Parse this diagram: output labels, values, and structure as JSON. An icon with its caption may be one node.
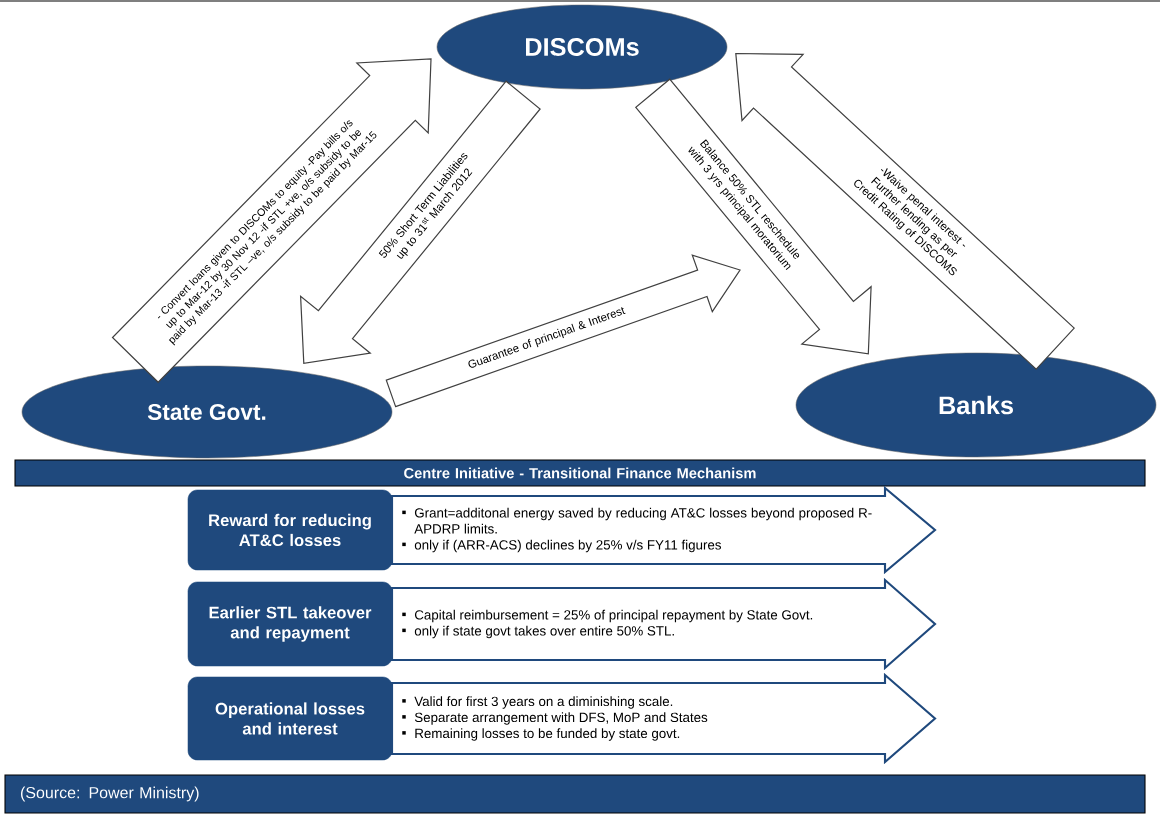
{
  "diagram": {
    "nodes": [
      {
        "text": [
          "DISCOMs"
        ]
      },
      {
        "text": [
          "State Govt."
        ]
      },
      {
        "text": [
          "Banks"
        ]
      },
      {
        "text": [
          "Centre Initiative - Transitional Finance Mechanism"
        ]
      },
      {
        "text": [
          "Reward for reducing AT&C losses"
        ]
      },
      {
        "text": [
          "Grant=additonal energy saved by reducing AT&C losses beyond proposed R-APDRP limits.",
          "only if (ARR-ACS) declines by 25% v/s FY11 figures"
        ]
      },
      {
        "text": [
          "Earlier STL takeover and repayment"
        ]
      },
      {
        "text": [
          "Capital reimbursement = 25% of principal repayment by State Govt.",
          "only if state govt takes over entire 50% STL."
        ]
      },
      {
        "text": [
          "Operational losses and interest"
        ]
      },
      {
        "text": [
          "Valid for first 3 years on a diminishing scale.",
          "Separate arrangement with DFS, MoP and States",
          "Remaining losses to be funded by state govt."
        ]
      },
      {
        "text": [
          "(Source: Power Ministry)"
        ]
      }
    ],
    "edges": [
      {
        "from": 1,
        "to": 0,
        "arrow": "to",
        "label": "- Convert loans given to DISCOMs to equity -Pay bills o/s up to Mar-12 by 30 Nov 12 -if STL +ve, o/s subsidy to be paid by Mar-13 -if STL –ve, o/s subsidy to be paid by Mar-15"
      },
      {
        "from": 0,
        "to": 1,
        "arrow": "to",
        "label": "50% Short Term Liabilities up to 31$^{st}$ March 2012"
      },
      {
        "from": 1,
        "to": null,
        "arrow": "to",
        "label": "Guarantee of principal & Interest"
      },
      {
        "from": 0,
        "to": 2,
        "arrow": "to",
        "label": "Balance 50% STL reschedule with 3 yrs principal moratorium"
      },
      {
        "from": 2,
        "to": 0,
        "arrow": "to",
        "label": "-Waive penal interest -Further lending as per Credit Rating of DISCOMS"
      }
    ]
  }
}
